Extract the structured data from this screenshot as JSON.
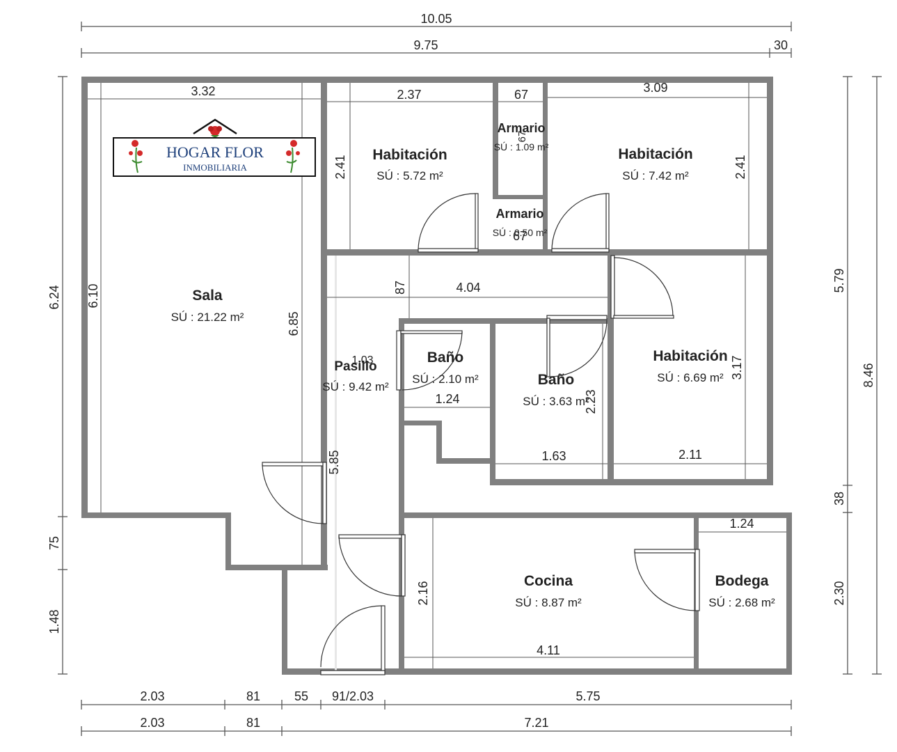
{
  "logo": {
    "name": "HOGAR FLOR",
    "subtitle": "INMOBILIARIA"
  },
  "rooms": [
    {
      "key": "sala",
      "name": "Sala",
      "area": "SÚ : 21.22 m²"
    },
    {
      "key": "hab1",
      "name": "Habitación",
      "area": "SÚ : 5.72 m²"
    },
    {
      "key": "armario1",
      "name": "Armario",
      "area": "SÚ : 1.09 m²"
    },
    {
      "key": "armario2",
      "name": "Armario",
      "area": "SÚ : 0.50 m²"
    },
    {
      "key": "hab2",
      "name": "Habitación",
      "area": "SÚ : 7.42 m²"
    },
    {
      "key": "pasillo",
      "name": "Pasillo",
      "area": "SÚ : 9.42 m²"
    },
    {
      "key": "bano1",
      "name": "Baño",
      "area": "SÚ : 2.10 m²"
    },
    {
      "key": "bano2",
      "name": "Baño",
      "area": "SÚ : 3.63 m²"
    },
    {
      "key": "hab3",
      "name": "Habitación",
      "area": "SÚ : 6.69 m²"
    },
    {
      "key": "cocina",
      "name": "Cocina",
      "area": "SÚ : 8.87 m²"
    },
    {
      "key": "bodega",
      "name": "Bodega",
      "area": "SÚ : 2.68 m²"
    }
  ],
  "dimensions": {
    "top_total": "10.05",
    "top_inner": "9.75",
    "top_extra": "30",
    "sala_width": "3.32",
    "hab1_width": "2.37",
    "armario_width_top": "67",
    "hab2_width": "3.09",
    "armario1_depth": "67",
    "armario2_width": "67",
    "hab1_height": "2.41",
    "hab2_height": "2.41",
    "pasillo_depth": "87",
    "pasillo_length": "4.04",
    "sala_inner_height": "6.10",
    "sala_height_right": "6.85",
    "pasillo_small": "1.03",
    "bano1_width": "1.24",
    "bano2_height": "2.23",
    "hab3_height": "3.17",
    "bano2_width": "1.63",
    "hab3_width": "2.11",
    "pasillo_height": "5.85",
    "bodega_width": "1.24",
    "cocina_height": "2.16",
    "cocina_width": "4.11",
    "left_total": "6.24",
    "left_mid": "75",
    "left_low": "1.48",
    "right_upper": "5.79",
    "right_total": "8.46",
    "right_mid": "38",
    "right_low": "2.30",
    "bottom1_a": "2.03",
    "bottom1_b": "81",
    "bottom1_c": "55",
    "bottom1_d": "91/2.03",
    "bottom1_e": "5.75",
    "bottom2_a": "2.03",
    "bottom2_b": "81",
    "bottom2_c": "7.21"
  }
}
